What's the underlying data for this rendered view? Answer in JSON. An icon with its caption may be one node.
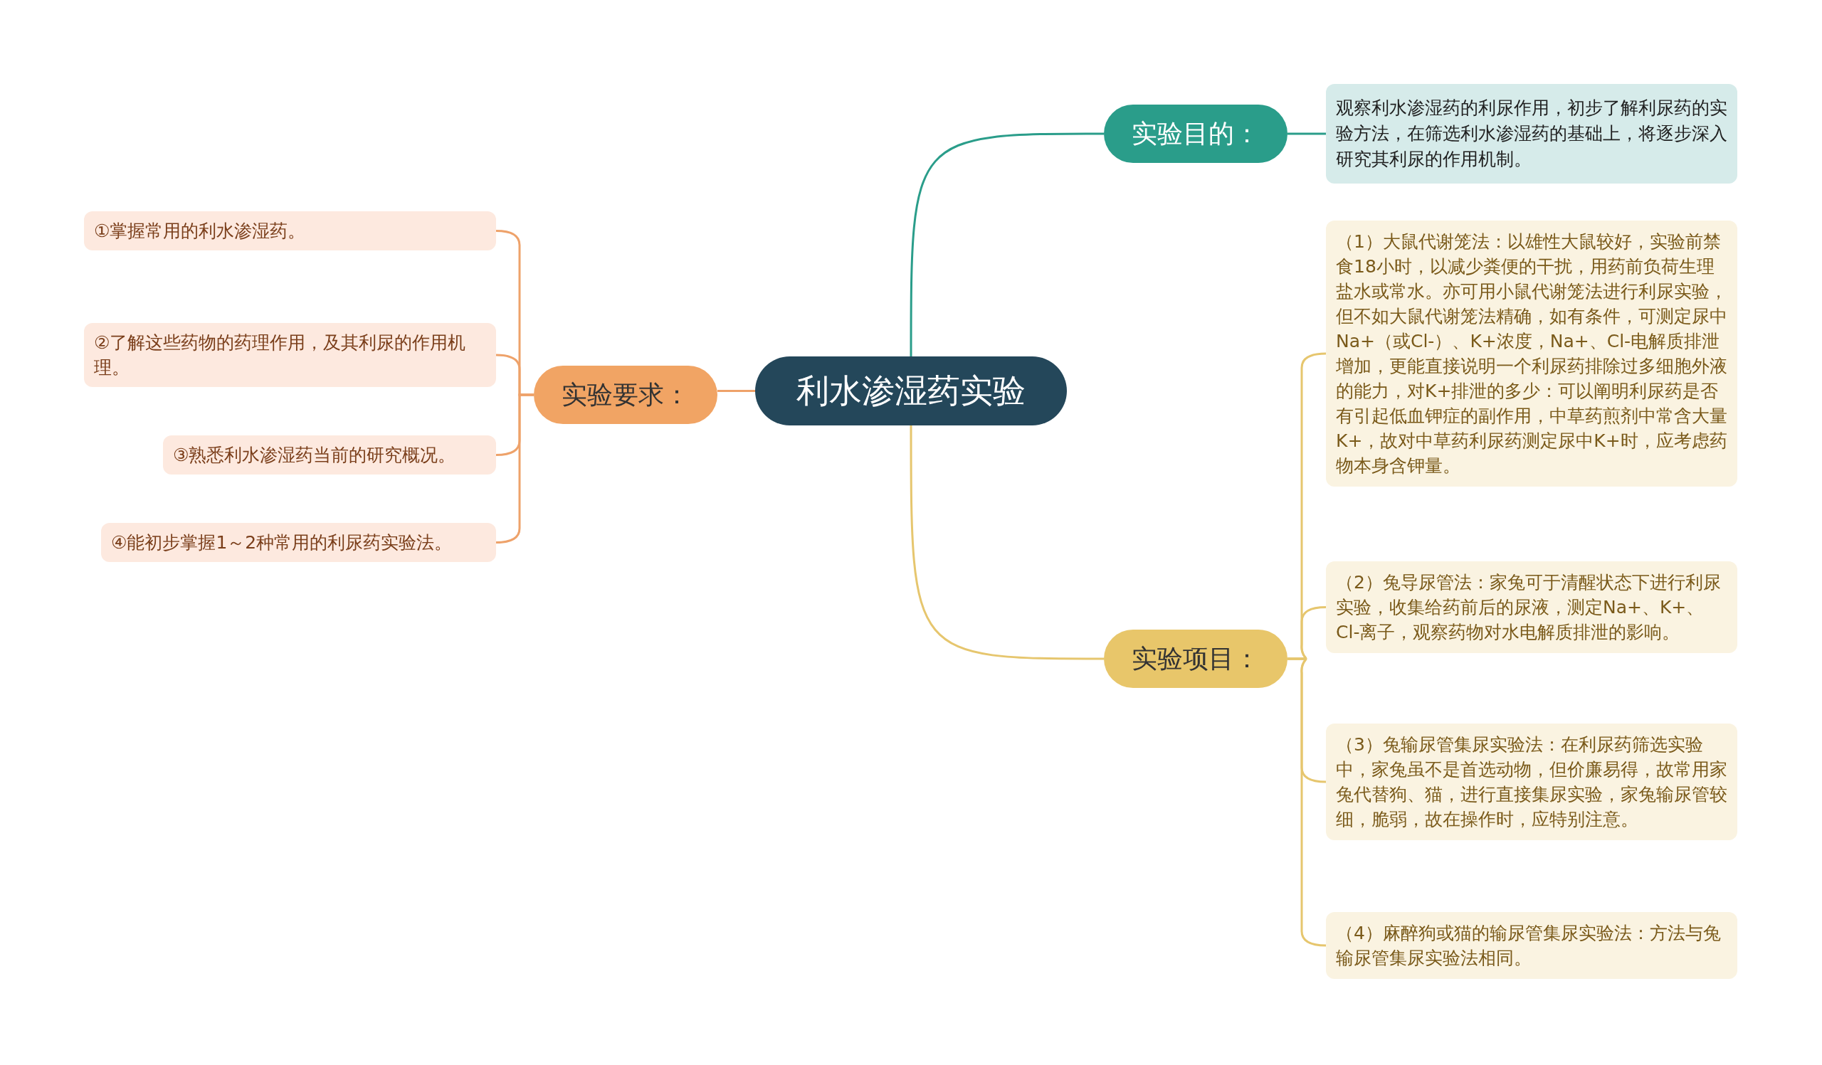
{
  "diagram": {
    "nodes": [
      {
        "text": [
          "利水渗湿药实验"
        ]
      },
      {
        "text": [
          "实验目的："
        ]
      },
      {
        "text": [
          "观察利水渗湿药的利尿作用，初步了解利尿药的实验方法，在筛选利水渗湿药的基础上，将逐步深入研究其利尿的作用机制。"
        ]
      },
      {
        "text": [
          "实验项目："
        ]
      },
      {
        "text": [
          "（1）大鼠代谢笼法：以雄性大鼠较好，实验前禁食18小时，以减少粪便的干扰，用药前负荷生理盐水或常水。亦可用小鼠代谢笼法进行利尿实验，但不如大鼠代谢笼法精确，如有条件，可测定尿中Na+（或Cl-）、K+浓度，Na+、Cl-电解质排泄增加，更能直接说明一个利尿药排除过多细胞外液的能力，对K+排泄的多少：可以阐明利尿药是否有引起低血钾症的副作用，中草药煎剂中常含大量K+，故对中草药利尿药测定尿中K+时，应考虑药物本身含钾量。"
        ]
      },
      {
        "text": [
          "（2）兔导尿管法：家兔可于清醒状态下进行利尿实验，收集给药前后的尿液，测定Na+、K+、Cl-离子，观察药物对水电解质排泄的影响。"
        ]
      },
      {
        "text": [
          "（3）兔输尿管集尿实验法：在利尿药筛选实验中，家兔虽不是首选动物，但价廉易得，故常用家兔代替狗、猫，进行直接集尿实验，家兔输尿管较细，脆弱，故在操作时，应特别注意。"
        ]
      },
      {
        "text": [
          "（4）麻醉狗或猫的输尿管集尿实验法：方法与兔输尿管集尿实验法相同。"
        ]
      },
      {
        "text": [
          "实验要求："
        ]
      },
      {
        "text": [
          "①掌握常用的利水渗湿药。"
        ]
      },
      {
        "text": [
          "②了解这些药物的药理作用，及其利尿的作用机理。"
        ]
      },
      {
        "text": [
          "③熟悉利水渗湿药当前的研究概况。"
        ]
      },
      {
        "text": [
          "④能初步掌握1～2种常用的利尿药实验法。"
        ]
      }
    ],
    "edges": [
      {
        "from": 0,
        "to": 1,
        "arrow": "none",
        "color": "#2a9d8a"
      },
      {
        "from": 1,
        "to": 2,
        "arrow": "none",
        "color": "#2a9d8a"
      },
      {
        "from": 0,
        "to": 3,
        "arrow": "none",
        "color": "#e6c66e"
      },
      {
        "from": 3,
        "to": 4,
        "arrow": "none",
        "color": "#e6c66e"
      },
      {
        "from": 3,
        "to": 5,
        "arrow": "none",
        "color": "#e6c66e"
      },
      {
        "from": 3,
        "to": 6,
        "arrow": "none",
        "color": "#e6c66e"
      },
      {
        "from": 3,
        "to": 7,
        "arrow": "none",
        "color": "#e6c66e"
      },
      {
        "from": 0,
        "to": 8,
        "arrow": "none",
        "color": "#eea26a"
      },
      {
        "from": 8,
        "to": 9,
        "arrow": "none",
        "color": "#eea26a"
      },
      {
        "from": 8,
        "to": 10,
        "arrow": "none",
        "color": "#eea26a"
      },
      {
        "from": 8,
        "to": 11,
        "arrow": "none",
        "color": "#eea26a"
      },
      {
        "from": 8,
        "to": 12,
        "arrow": "none",
        "color": "#eea26a"
      }
    ]
  }
}
